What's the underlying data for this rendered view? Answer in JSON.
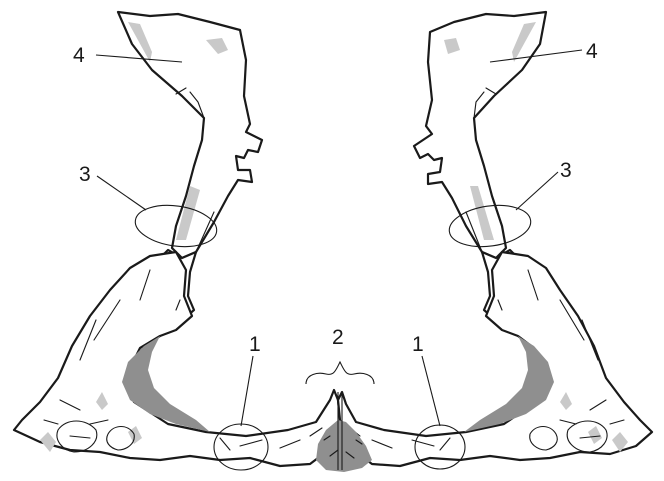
{
  "figure": {
    "labels": {
      "region_1_left": "1",
      "region_1_right": "1",
      "region_2": "2",
      "region_3_left": "3",
      "region_3_right": "3",
      "region_4_left": "4",
      "region_4_right": "4"
    },
    "colors": {
      "outline": "#1a1a1a",
      "shade_dark": "#8f8f8f",
      "shade_light": "#c9c9c9",
      "background": "#ffffff"
    }
  }
}
